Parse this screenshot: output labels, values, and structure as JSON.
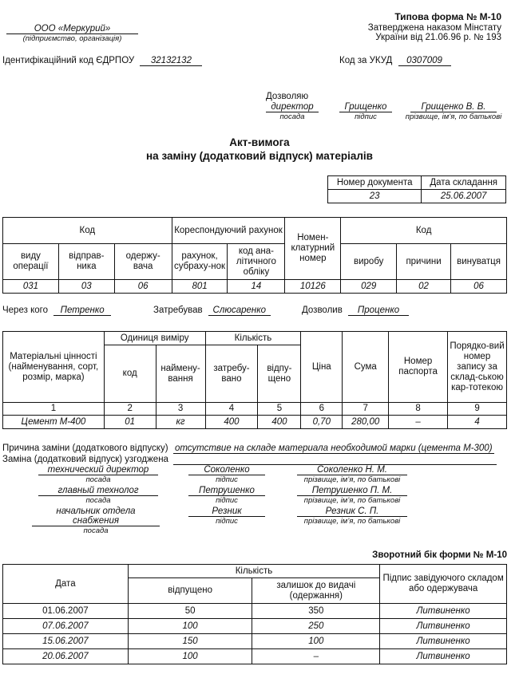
{
  "header": {
    "form_title": "Типова форма № М-10",
    "approved_line1": "Затверджена наказом Мінстату",
    "approved_line2": "України від 21.06.96 р. № 193",
    "org_name": "ООО «Меркурий»",
    "org_caption": "(підприємство, організація)",
    "edrpou_label": "Ідентифікаційний код ЄДРПОУ",
    "edrpou_value": "32132132",
    "ukud_label": "Код за УКУД",
    "ukud_value": "0307009"
  },
  "approve": {
    "label": "Дозволяю",
    "position": "директор",
    "signature": "Грищенко",
    "name": "Грищенко В. В.",
    "position_caption": "посада",
    "signature_caption": "підпис",
    "name_caption": "прізвище, ім’я, по батькові"
  },
  "title": {
    "line1": "Акт-вимога",
    "line2": "на заміну (додатковий відпуск) матеріалів"
  },
  "doc": {
    "number_label": "Номер документа",
    "date_label": "Дата складання",
    "number": "23",
    "date": "25.06.2007"
  },
  "codes_table": {
    "kod": "Код",
    "corr": "Кореспондуючий рахунок",
    "nomen": "Номен-клатурний номер",
    "kod2": "Код",
    "op": "виду операції",
    "sender": "відправ-ника",
    "receiver": "одержу-вача",
    "account": "рахунок, субраху-нок",
    "analytic": "код ана-літичного обліку",
    "product": "виробу",
    "reason": "причини",
    "culprit": "винуватця",
    "values": [
      "031",
      "03",
      "06",
      "801",
      "14",
      "10126",
      "029",
      "02",
      "06"
    ]
  },
  "people": {
    "through_label": "Через кого",
    "through": "Петренко",
    "requested_label": "Затребував",
    "requested": "Слюсаренко",
    "allowed_label": "Дозволив",
    "allowed": "Проценко"
  },
  "materials_table": {
    "materials": "Матеріальні цінності (найменування, сорт, розмір, марка)",
    "unit": "Одиниця виміру",
    "qty": "Кількість",
    "price": "Ціна",
    "sum": "Сума",
    "passport": "Номер паспорта",
    "card_no": "Порядко-вий номер запису за склад-ською кар-тотекою",
    "code": "код",
    "unit_name": "наймену-вання",
    "requested": "затребу-вано",
    "released": "відпу-щено",
    "numbers": [
      "1",
      "2",
      "3",
      "4",
      "5",
      "6",
      "7",
      "8",
      "9"
    ],
    "row": [
      "Цемент М-400",
      "01",
      "кг",
      "400",
      "400",
      "0,70",
      "280,00",
      "–",
      "4"
    ]
  },
  "reason": {
    "label": "Причина заміни (додаткового відпуску)",
    "value": "отсутствие на складе материала необходимой марки (цемента М-300)",
    "agreed_label": "Заміна (додатковий відпуск) узгоджена"
  },
  "signers": [
    {
      "position": "технический директор",
      "signature": "Соколенко",
      "name": "Соколенко Н. М."
    },
    {
      "position": "главный технолог",
      "signature": "Петрушенко",
      "name": "Петрушенко П. М."
    },
    {
      "position": "начальник отдела снабжения",
      "signature": "Резник",
      "name": "Резник С. П."
    }
  ],
  "signer_captions": {
    "position": "посада",
    "signature": "підпис",
    "name": "прізвище, ім’я, по батькові"
  },
  "back": {
    "title": "Зворотний бік форми № М-10",
    "date": "Дата",
    "qty": "Кількість",
    "sign": "Підпис завідуючого складом або одержувача",
    "released": "відпущено",
    "remaining": "залишок до видачі (одержання)",
    "rows": [
      [
        "01.06.2007",
        "50",
        "350",
        "Литвиненко"
      ],
      [
        "07.06.2007",
        "100",
        "250",
        "Литвиненко"
      ],
      [
        "15.06.2007",
        "150",
        "100",
        "Литвиненко"
      ],
      [
        "20.06.2007",
        "100",
        "–",
        "Литвиненко"
      ]
    ]
  }
}
